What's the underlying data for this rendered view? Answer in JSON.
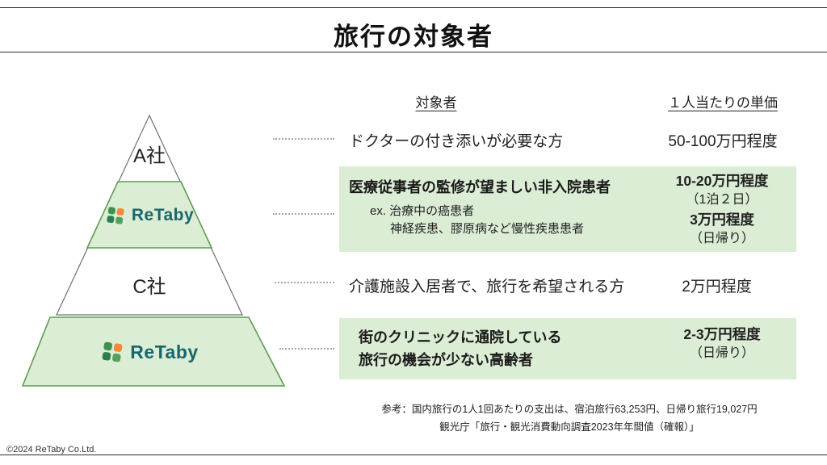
{
  "title": "旅行の対象者",
  "copyright": "©2024 ReTaby Co.Ltd.",
  "brand": {
    "logo_text": "ReTaby",
    "icon_name": "pinwheel-logo-icon"
  },
  "pyramid": {
    "level1_label": "A社",
    "level2_label": "ReTaby",
    "level3_label": "C社",
    "level4_label": "ReTaby"
  },
  "columns": {
    "target_header": "対象者",
    "price_header": "１人当たりの単価"
  },
  "rows": {
    "r1": {
      "target": "ドクターの付き添いが必要な方",
      "price": "50-100万円程度"
    },
    "r2": {
      "target_main": "医療従事者の監修が望ましい非入院患者",
      "target_ex1": "ex. 治療中の癌患者",
      "target_ex2": "神経疾患、膠原病など慢性疾患患者",
      "price1": "10-20万円程度",
      "price1_note": "（1泊２日）",
      "price2": "3万円程度",
      "price2_note": "（日帰り）"
    },
    "r3": {
      "target": "介護施設入居者で、旅行を希望される方",
      "price": "2万円程度"
    },
    "r4": {
      "target_line1": "街のクリニックに通院している",
      "target_line2": "旅行の機会が少ない高齢者",
      "price1": "2-3万円程度",
      "price1_note": "（日帰り）"
    }
  },
  "note": {
    "line1": "参考：国内旅行の1人1回あたりの支出は、宿泊旅行63,253円、日帰り旅行19,027円",
    "line2": "観光庁「旅行・観光消費動向調査2023年年間値（確報）」"
  },
  "colors": {
    "highlight_green": "#dcedd5",
    "pyramid_green_border": "#5d9c50",
    "brand_teal": "#19666e"
  }
}
